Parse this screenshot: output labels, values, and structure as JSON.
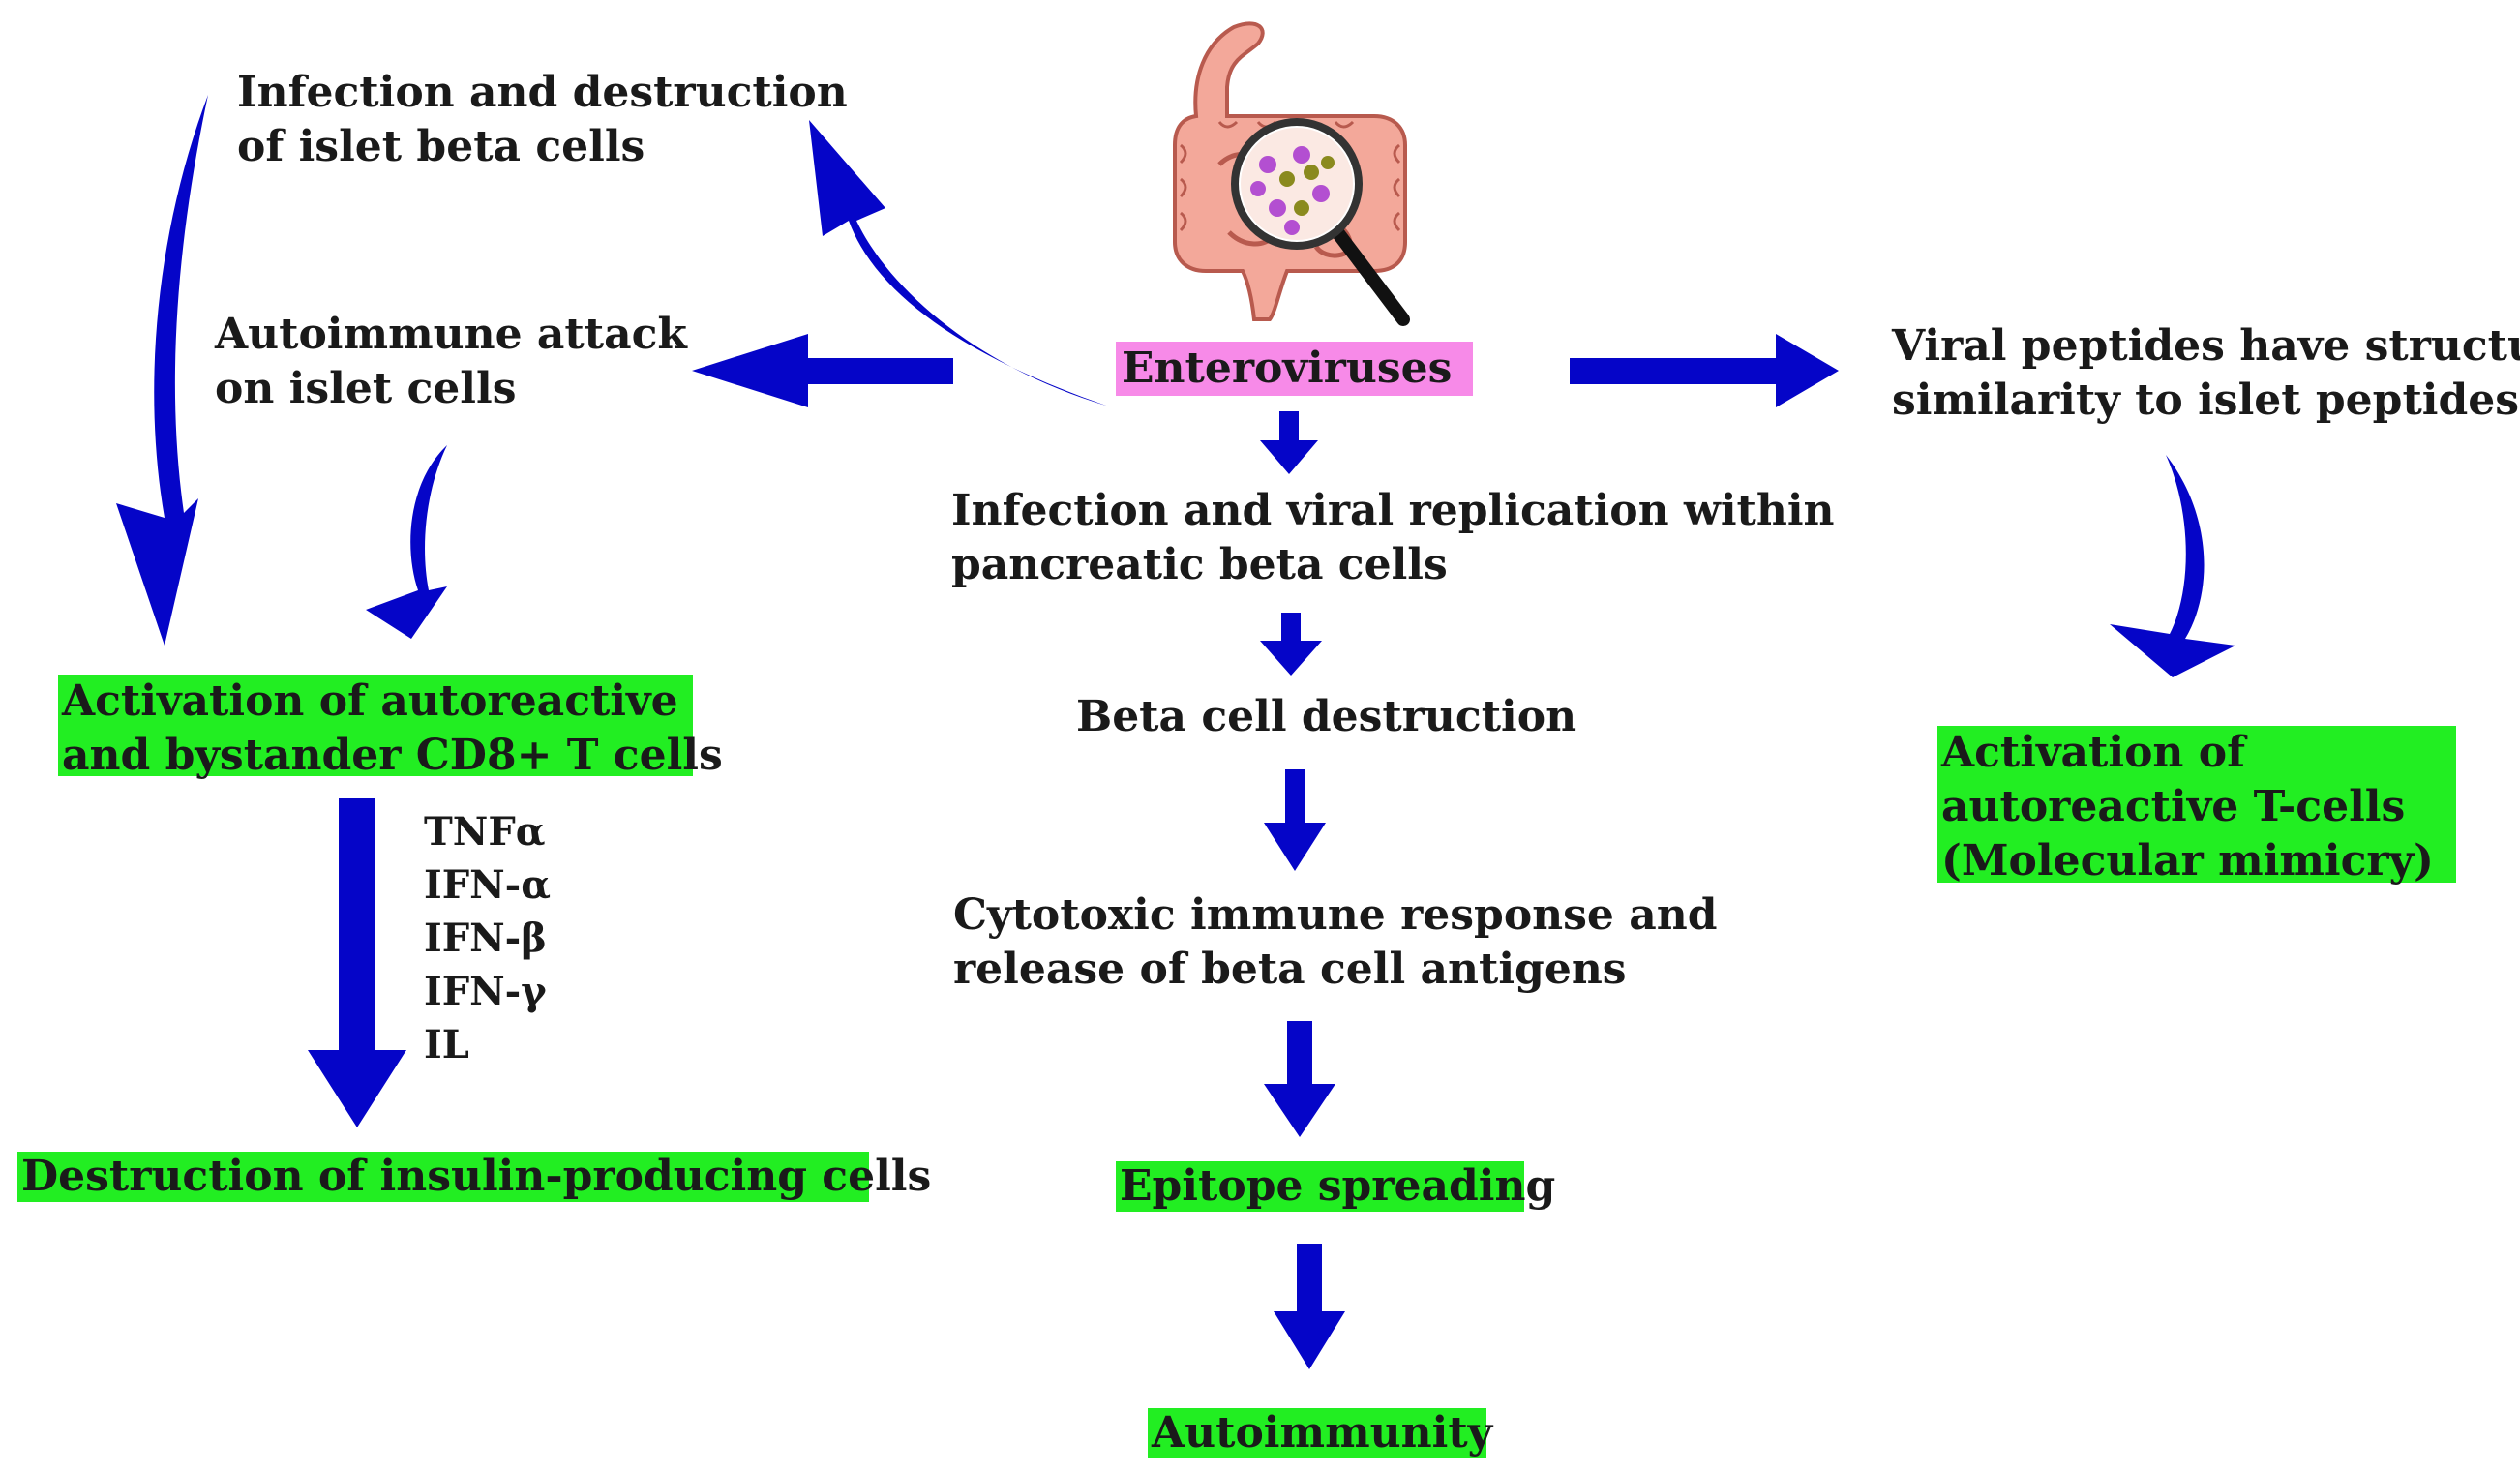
{
  "colors": {
    "arrow": "#0505c8",
    "highlight_green": "#22ee22",
    "highlight_pink": "#f78ae8"
  },
  "illustration": {
    "icon": "intestine-with-magnifying-glass-icon"
  },
  "center": {
    "enteroviruses": "Enteroviruses",
    "replication_1": "Infection and viral replication within",
    "replication_2": "pancreatic beta cells",
    "destruction": "Beta cell destruction",
    "cytotoxic_1": "Cytotoxic immune response and",
    "cytotoxic_2": "release of beta cell antigens",
    "epitope": "Epitope spreading",
    "autoimmunity": "Autoimmunity"
  },
  "left": {
    "infection_1": "Infection and destruction",
    "infection_2": "of islet beta cells",
    "attack_1": "Autoimmune attack",
    "attack_2": "on islet cells",
    "activation_1": "Activation of autoreactive",
    "activation_2": "and bystander CD8+ T cells",
    "cytokines": [
      "TNFα",
      "IFN-α",
      "IFN-β",
      "IFN-γ",
      "IL"
    ],
    "insulin": "Destruction of insulin-producing cells"
  },
  "right": {
    "peptides_1": "Viral peptides have structural",
    "peptides_2": "similarity to islet peptides",
    "activation_1": "Activation of",
    "activation_2": "autoreactive T-cells",
    "activation_3": "(Molecular mimicry)"
  }
}
